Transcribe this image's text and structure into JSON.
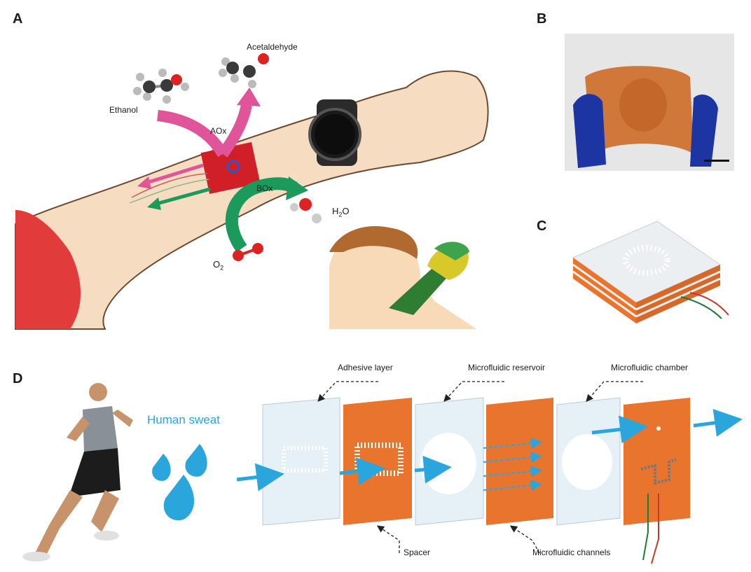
{
  "panels": {
    "a": "A",
    "b": "B",
    "c": "C",
    "d": "D"
  },
  "panel_a": {
    "acetaldehyde": "Acetaldehyde",
    "ethanol": "Ethanol",
    "aox": "AOx",
    "box": "BOx",
    "h2o_main": "H",
    "h2o_sub": "2",
    "h2o_tail": "O",
    "o2_main": "O",
    "o2_sub": "2"
  },
  "panel_d": {
    "human_sweat": "Human sweat",
    "adhesive_layer": "Adhesive layer",
    "microfluidic_reservoir": "Microfluidic reservoir",
    "microfluidic_chamber": "Microfluidic chamber",
    "spacer": "Spacer",
    "microfluidic_channels": "Microfluidic channels"
  },
  "colors": {
    "pink_arrow": "#e0559a",
    "green_arrow": "#1c9a5c",
    "patch_red": "#d01f26",
    "copper": "#e8742e",
    "sweat_blue": "#2aa6dc",
    "skin": "#f6dcc0",
    "sleeve_red": "#e23b3b"
  },
  "icons": [
    "ethanol-molecule-icon",
    "acetaldehyde-molecule-icon",
    "water-molecule-icon",
    "oxygen-molecule-icon",
    "smartwatch-icon",
    "sweat-drop-icon",
    "runner-figure",
    "drinking-man-figure"
  ]
}
